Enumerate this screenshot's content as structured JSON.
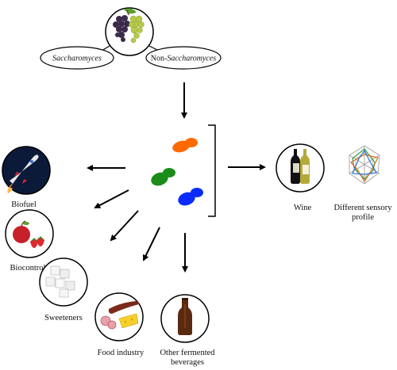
{
  "sources": {
    "saccharomyces": "Saccharomyces",
    "non_prefix": "Non-",
    "non_suffix": "Saccharomyces"
  },
  "outputs": {
    "wine": "Wine",
    "sensory_line1": "Different sensory",
    "sensory_line2": "profile"
  },
  "applications": {
    "biofuel": "Biofuel",
    "biocontrol": "Biocontrol",
    "sweeteners": "Sweeteners",
    "food_industry": "Food industry",
    "other_line1": "Other fermented",
    "other_line2": "beverages"
  },
  "colors": {
    "yeast_orange": "#ff6a00",
    "yeast_green": "#1a8c1a",
    "yeast_blue": "#0a2cff",
    "arrow": "#000000"
  }
}
